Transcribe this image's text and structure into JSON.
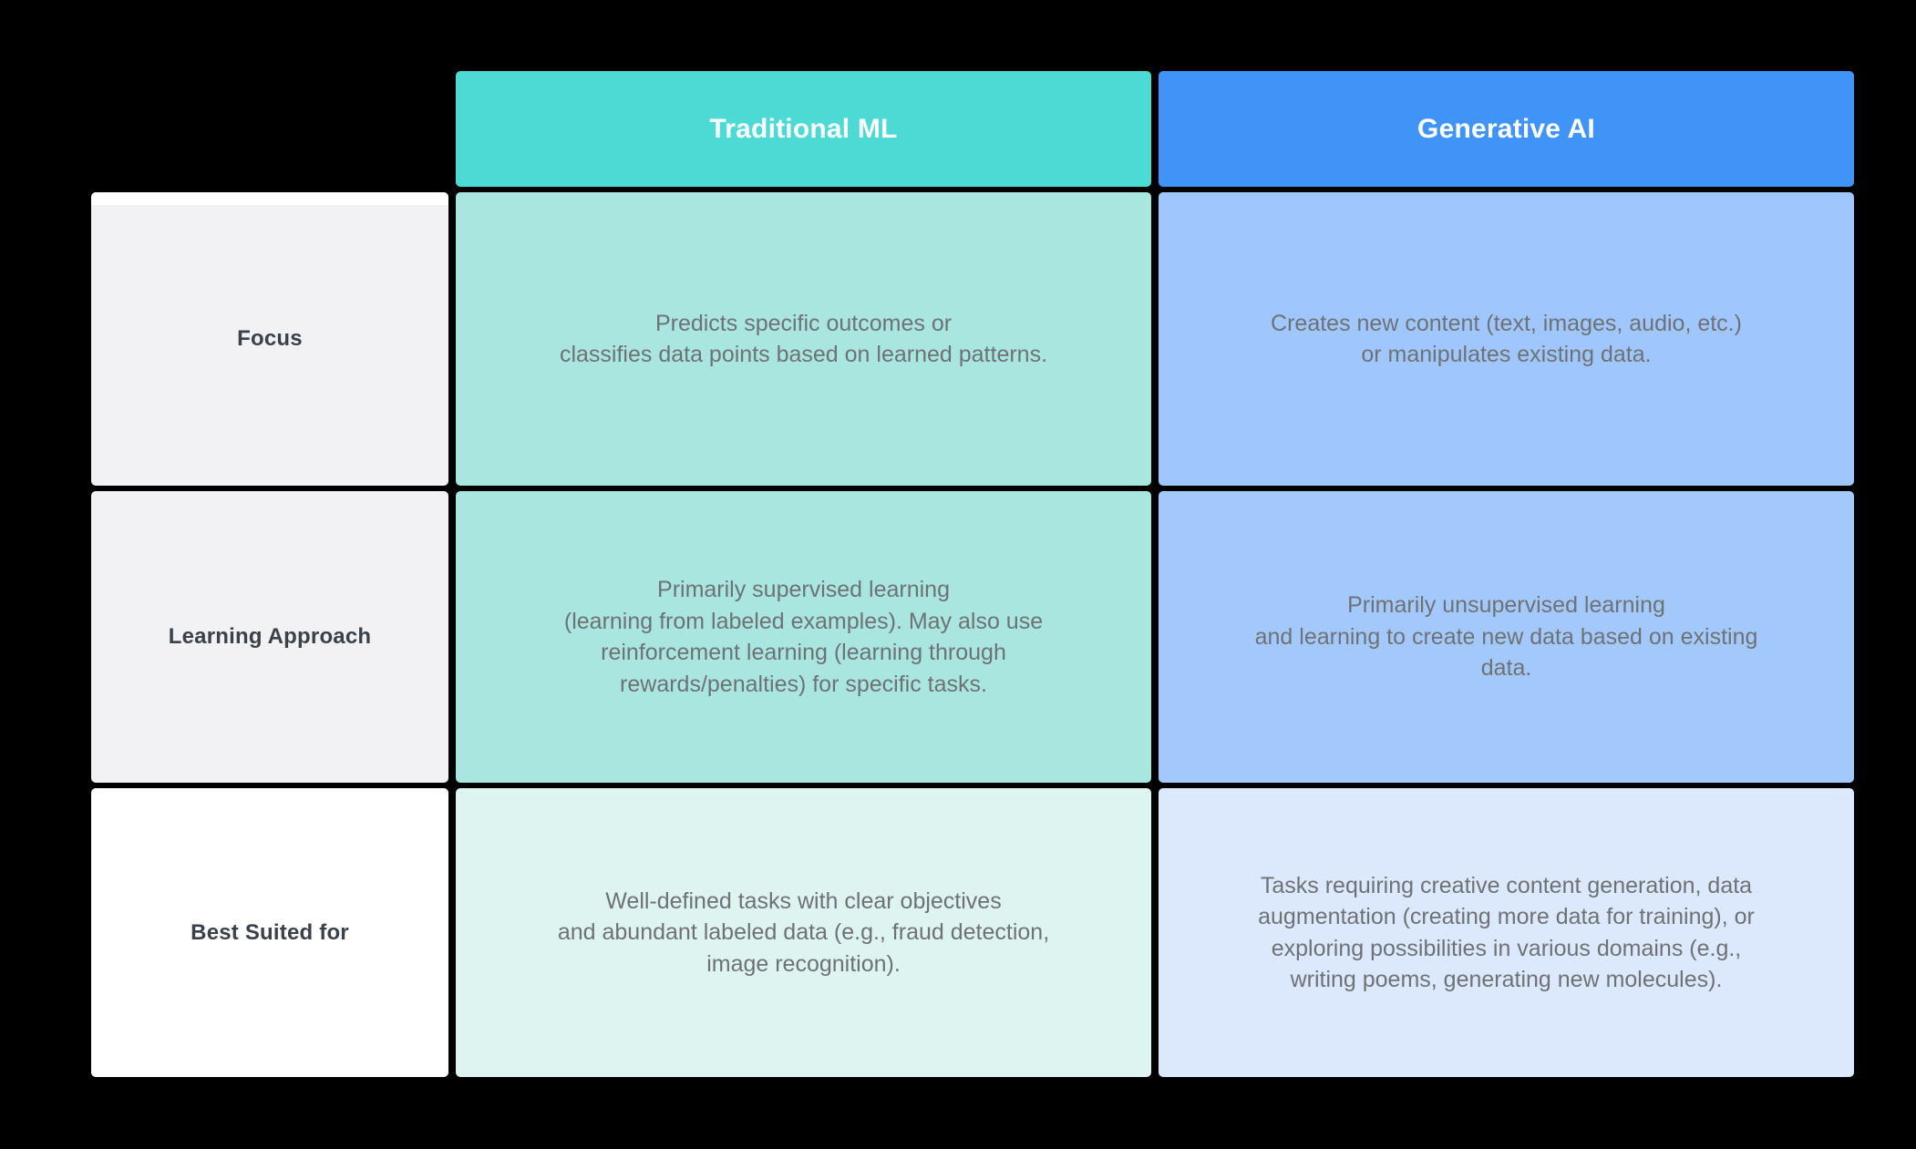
{
  "table": {
    "corner_label": "",
    "columns": [
      {
        "id": "traditional-ml",
        "label": "Traditional ML",
        "accent_color": "#4dd9d4"
      },
      {
        "id": "generative-ai",
        "label": "Generative AI",
        "accent_color": "#4093f7"
      }
    ],
    "rows": [
      {
        "id": "focus",
        "label": "Focus",
        "traditional_ml": {
          "lines": [
            "Predicts specific outcomes or",
            "classifies data points based on learned patterns."
          ]
        },
        "generative_ai": {
          "lines": [
            "Creates new content (text, images, audio, etc.)",
            "or manipulates existing data."
          ]
        }
      },
      {
        "id": "learning-approach",
        "label": "Learning Approach",
        "traditional_ml": {
          "lines": [
            "Primarily supervised learning",
            "(learning from labeled examples). May also use",
            "reinforcement learning (learning through",
            "rewards/penalties) for specific tasks."
          ]
        },
        "generative_ai": {
          "lines": [
            "Primarily unsupervised learning",
            "and learning to create new data based on existing",
            "data."
          ]
        }
      },
      {
        "id": "best-suited-for",
        "label": "Best Suited for",
        "traditional_ml": {
          "lines": [
            "Well-defined tasks with clear objectives",
            "and abundant labeled data (e.g., fraud detection,",
            "image recognition)."
          ]
        },
        "generative_ai": {
          "lines": [
            "Tasks requiring creative content generation, data",
            "augmentation (creating more data for training), or",
            "exploring possibilities in various domains (e.g.,",
            "writing poems, generating new molecules)."
          ]
        }
      }
    ]
  },
  "theme": {
    "background": "#000000",
    "header_text_color": "#ffffff",
    "row_label_text_color": "#3b4149",
    "body_text_color": "#6e7276",
    "teal_row_shades": [
      "#a9e6e0",
      "#a9e6e0",
      "#def4f1"
    ],
    "blue_row_shades": [
      "#9fc7fd",
      "#a3c9fc",
      "#dce9fc"
    ],
    "label_row_shades": [
      "#f2f2f4",
      "#f2f2f4",
      "#ffffff"
    ]
  }
}
